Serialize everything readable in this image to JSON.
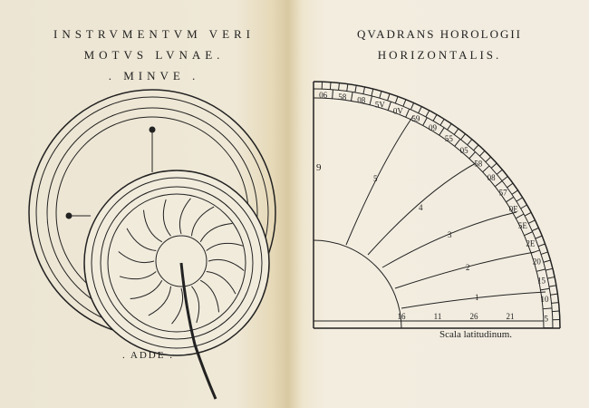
{
  "left_page": {
    "title_lines": [
      "INSTRVMENTVM VERI",
      "MOTVS LVNAE.",
      ". MINVE ."
    ],
    "bottom_label": ". ADDE ."
  },
  "right_page": {
    "title_lines": [
      "QVADRANS HOROLOGII",
      "HORIZONTALIS."
    ],
    "caption": "Scala latitudinum.",
    "arc_scale": [
      "06",
      "58",
      "08",
      "5V",
      "0V",
      "59",
      "09",
      "55",
      "05",
      "58",
      "08",
      "57",
      "0E",
      "5E",
      "2E",
      "20",
      "15",
      "10",
      "5"
    ],
    "base_scale": [
      "16",
      "11",
      "26",
      "21"
    ],
    "curve_labels": [
      "5",
      "4",
      "3",
      "2",
      "1"
    ],
    "side_label": "9"
  }
}
